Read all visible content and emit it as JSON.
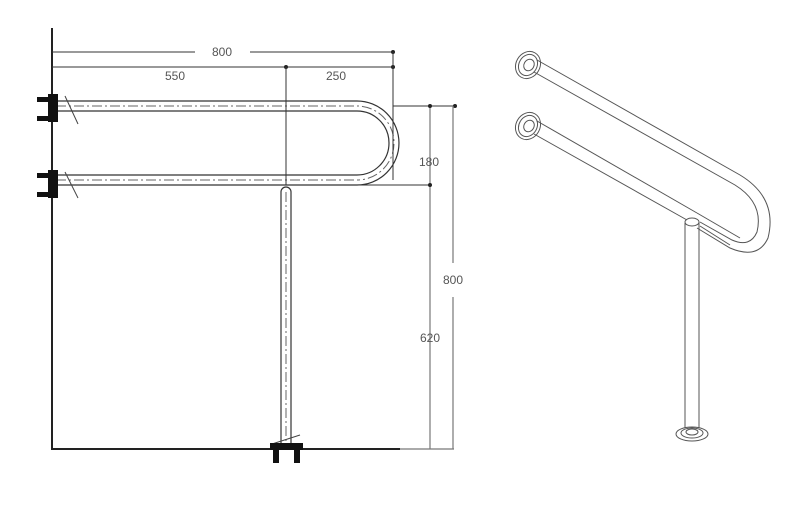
{
  "drawing": {
    "front_view": {
      "dimensions": {
        "overall_length": "800",
        "straight_section": "550",
        "bend_section": "250",
        "rail_spacing": "180",
        "overall_height": "800",
        "leg_height": "620"
      }
    },
    "isometric_view": {
      "description": "Fold-down U-shaped grab bar with floor support leg"
    },
    "colors": {
      "line": "#333333",
      "text": "#555555",
      "background": "#ffffff"
    }
  }
}
